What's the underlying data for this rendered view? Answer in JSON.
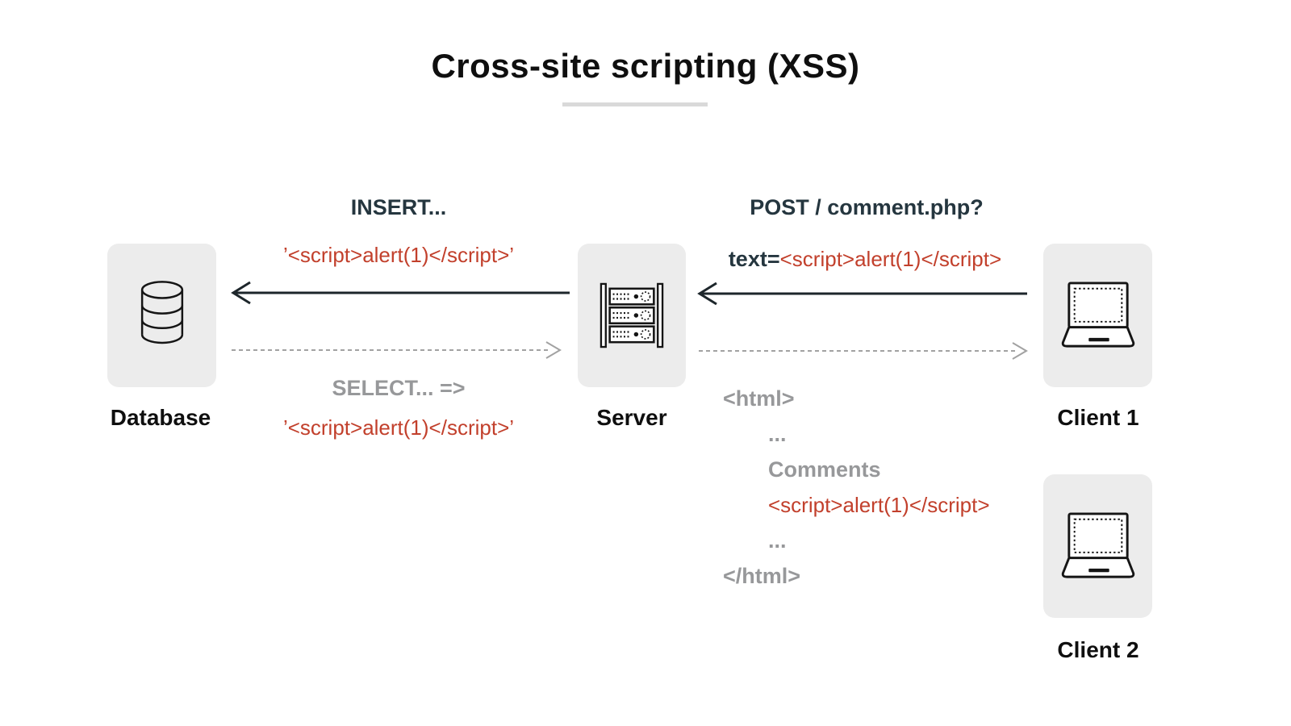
{
  "title": "Cross-site scripting (XSS)",
  "colors": {
    "code_red": "#C2402C",
    "dark_slate": "#25363F",
    "gray_text": "#97989A",
    "box_bg": "#ECECEC",
    "divider": "#D9D9D9"
  },
  "entities": {
    "database": {
      "label": "Database",
      "icon": "database-icon"
    },
    "server": {
      "label": "Server",
      "icon": "server-rack-icon"
    },
    "client1": {
      "label": "Client 1",
      "icon": "laptop-icon"
    },
    "client2": {
      "label": "Client 2",
      "icon": "laptop-icon"
    }
  },
  "flows": {
    "server_to_database": {
      "title": "INSERT...",
      "payload": "’<script>alert(1)</script>’",
      "arrow_style": "solid",
      "arrow_direction": "left"
    },
    "database_to_server": {
      "title": "SELECT... =>",
      "payload": "’<script>alert(1)</script>’",
      "arrow_style": "dashed",
      "arrow_direction": "right"
    },
    "client1_to_server": {
      "title": "POST / comment.php?",
      "payload_key": "text=",
      "payload_value": "<script>alert(1)</script>",
      "arrow_style": "solid",
      "arrow_direction": "left"
    },
    "server_to_client1": {
      "arrow_style": "dashed",
      "arrow_direction": "right",
      "response_lines": [
        {
          "text": "<html>"
        },
        {
          "text": "..."
        },
        {
          "text": "Comments"
        },
        {
          "text": "<script>alert(1)</script>"
        },
        {
          "text": "..."
        },
        {
          "text": "</html>"
        }
      ]
    }
  }
}
